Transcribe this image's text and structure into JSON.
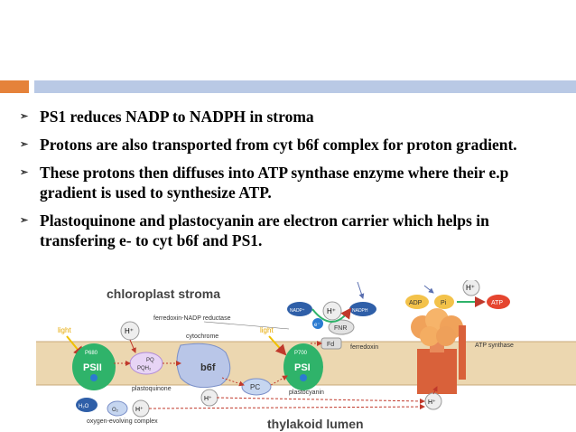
{
  "slide": {
    "bullets": [
      "PS1 reduces NADP to NADPH in stroma",
      "Protons are also transported from cyt b6f complex for proton gradient.",
      "These protons then diffuses into ATP synthase enzyme where their e.p  gradient is used to synthesize ATP.",
      "Plastoquinone and plastocyanin are electron carrier which helps in transfering e- to cyt b6f and PS1."
    ]
  },
  "diagram": {
    "stroma": "chloroplast stroma",
    "lumen": "thylakoid lumen",
    "fnr_full": "ferredoxin-NADP reductase",
    "cytochrome": "cytochrome",
    "light1": "light",
    "light2": "light",
    "hplus": "H⁺",
    "p680": "P680",
    "psii": "PSII",
    "pq": "PQ",
    "pqh2": "PQH₂",
    "b6f": "b6f",
    "plastoquinone": "plastoquinone",
    "p700": "P700",
    "psi": "PSI",
    "e": "e⁻",
    "fd": "Fd",
    "ferredoxin": "ferredoxin",
    "fnr": "FNR",
    "nadp": "NADP⁺",
    "nadph": "NADPH",
    "adp": "ADP",
    "pi": "Pi",
    "atp": "ATP",
    "atp_synthase": "ATP synthase",
    "pc": "PC",
    "plastocyanin": "plastocyanin",
    "h2o": "H₂O",
    "o2": "O₂",
    "oec": "oxygen-evolving complex"
  }
}
